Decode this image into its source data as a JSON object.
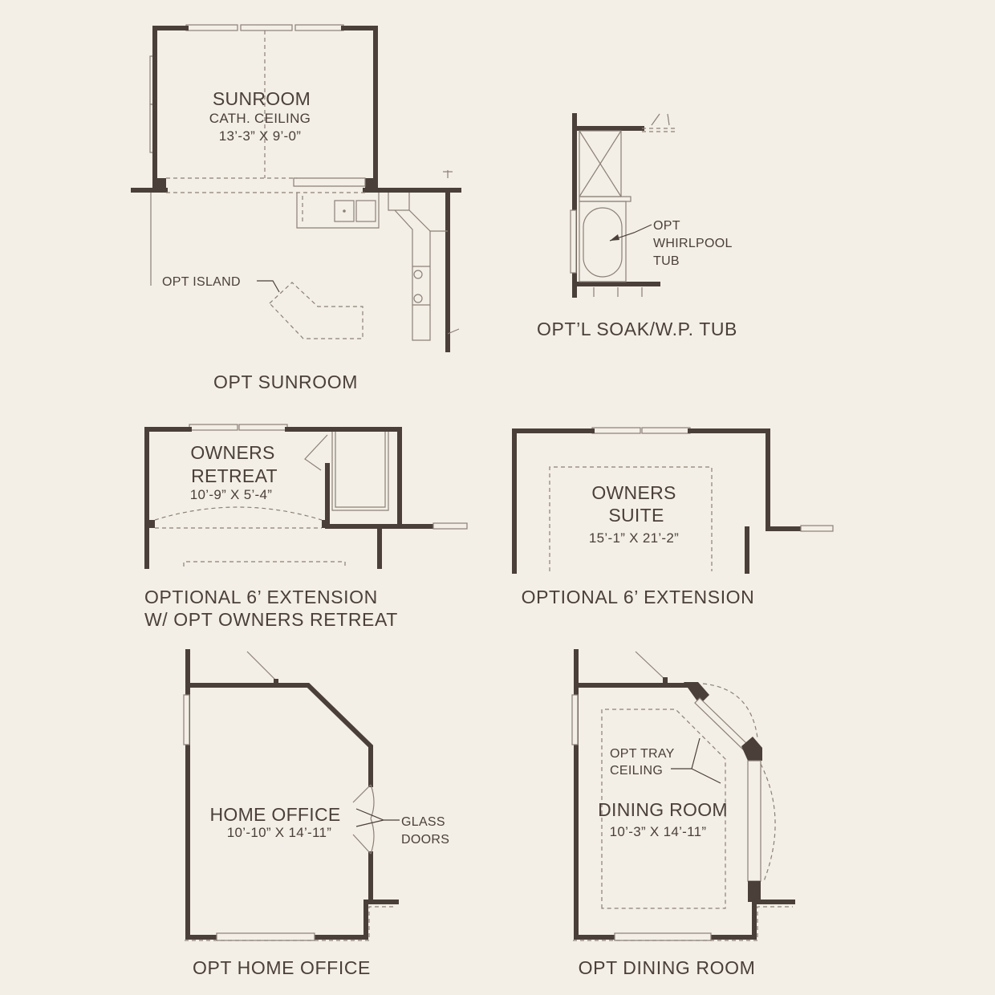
{
  "sunroom": {
    "room_name": "SUNROOM",
    "ceiling": "CATH. CEILING",
    "dims": "13’-3” X 9’-0”",
    "island_label": "OPT ISLAND",
    "caption": "OPT SUNROOM"
  },
  "soak_tub": {
    "label_line1": "OPT",
    "label_line2": "WHIRLPOOL",
    "label_line3": "TUB",
    "caption": "OPT’L SOAK/W.P. TUB"
  },
  "owners_retreat": {
    "name_line1": "OWNERS",
    "name_line2": "RETREAT",
    "dims": "10’-9” X 5’-4”",
    "caption_line1": "OPTIONAL 6’ EXTENSION",
    "caption_line2": "W/ OPT OWNERS RETREAT"
  },
  "owners_suite": {
    "name_line1": "OWNERS",
    "name_line2": "SUITE",
    "dims": "15’-1” X 21’-2”",
    "caption": "OPTIONAL 6’ EXTENSION"
  },
  "home_office": {
    "room_name": "HOME OFFICE",
    "dims": "10’-10” X 14’-11”",
    "doors_line1": "GLASS",
    "doors_line2": "DOORS",
    "caption": "OPT HOME OFFICE"
  },
  "dining_room": {
    "tray_line1": "OPT TRAY",
    "tray_line2": "CEILING",
    "room_name": "DINING ROOM",
    "dims": "10’-3” X 14’-11”",
    "caption": "OPT DINING ROOM"
  },
  "colors": {
    "background": "#f3efe6",
    "wall": "#4a4039",
    "fixture": "#8a8078"
  }
}
